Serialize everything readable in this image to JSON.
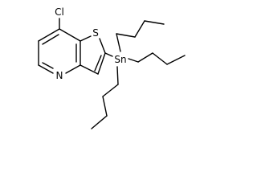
{
  "molecule": {
    "atoms": {
      "chlorine": "Cl",
      "sulfur": "S",
      "nitrogen": "N",
      "tin": "Sn"
    }
  }
}
